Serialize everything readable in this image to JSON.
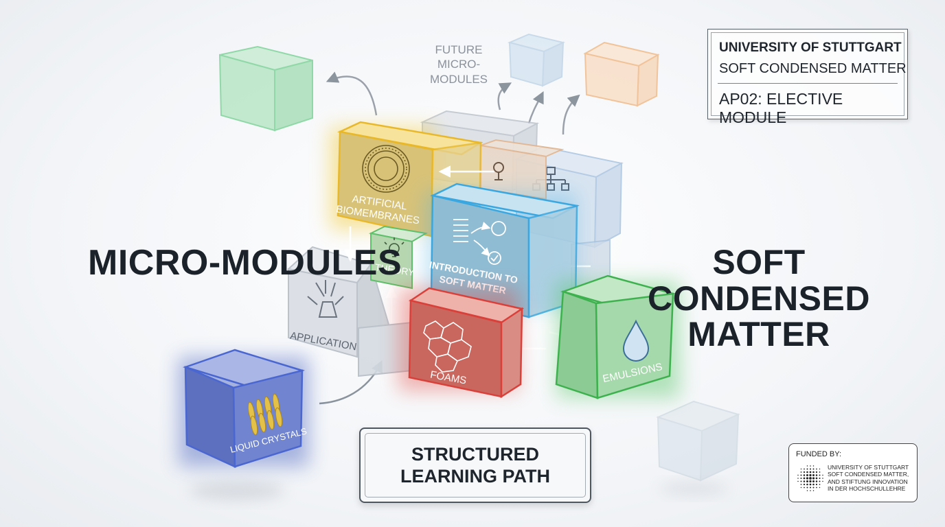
{
  "titles": {
    "left": "MICRO-MODULES",
    "right": "SOFT CONDENSED\nMATTER"
  },
  "info_box": {
    "university": "UNIVERSITY OF STUTTGART",
    "department": "SOFT CONDENSED MATTER",
    "module": "AP02: ELECTIVE MODULE"
  },
  "future_label": "FUTURE\nMICRO-MODULES",
  "cubes": {
    "biomembranes": "ARTIFICIAL\nBIOMEMBRANES",
    "theory": "THEORY",
    "intro": "INTRODUCTION TO\nSOFT MATTER",
    "application": "APPLICATION",
    "foams": "FOAMS",
    "emulsions": "EMULSIONS",
    "liquid_crystals": "LIQUID CRYSTALS"
  },
  "path_box": {
    "label": "STRUCTURED\nLEARNING PATH"
  },
  "funded": {
    "title": "FUNDED BY:",
    "text": "UNIVERSITY OF STUTTGART\nSOFT CONDENSED MATTER,\nAND STIFTUNG INNOVATION\nIN DER HOCHSCHULLEHRE"
  },
  "colors": {
    "yellow": "#e8b82a",
    "blue_glow": "#3aa7e0",
    "red": "#d9403a",
    "green": "#3db14e",
    "navy": "#3350b8",
    "gray": "#b9c0c8",
    "orange": "#f0b27a",
    "mint": "#7fd39a"
  },
  "icons": {
    "biomembranes": "vesicle-icon",
    "theory": "lightbulb-icon",
    "intro": "flow-diagram-icon",
    "application": "flask-icon",
    "foams": "foam-cells-icon",
    "emulsions": "droplet-icon",
    "liquid_crystals": "rod-molecules-icon",
    "hierarchy": "hierarchy-icon",
    "upper": "flask-small-icon"
  }
}
